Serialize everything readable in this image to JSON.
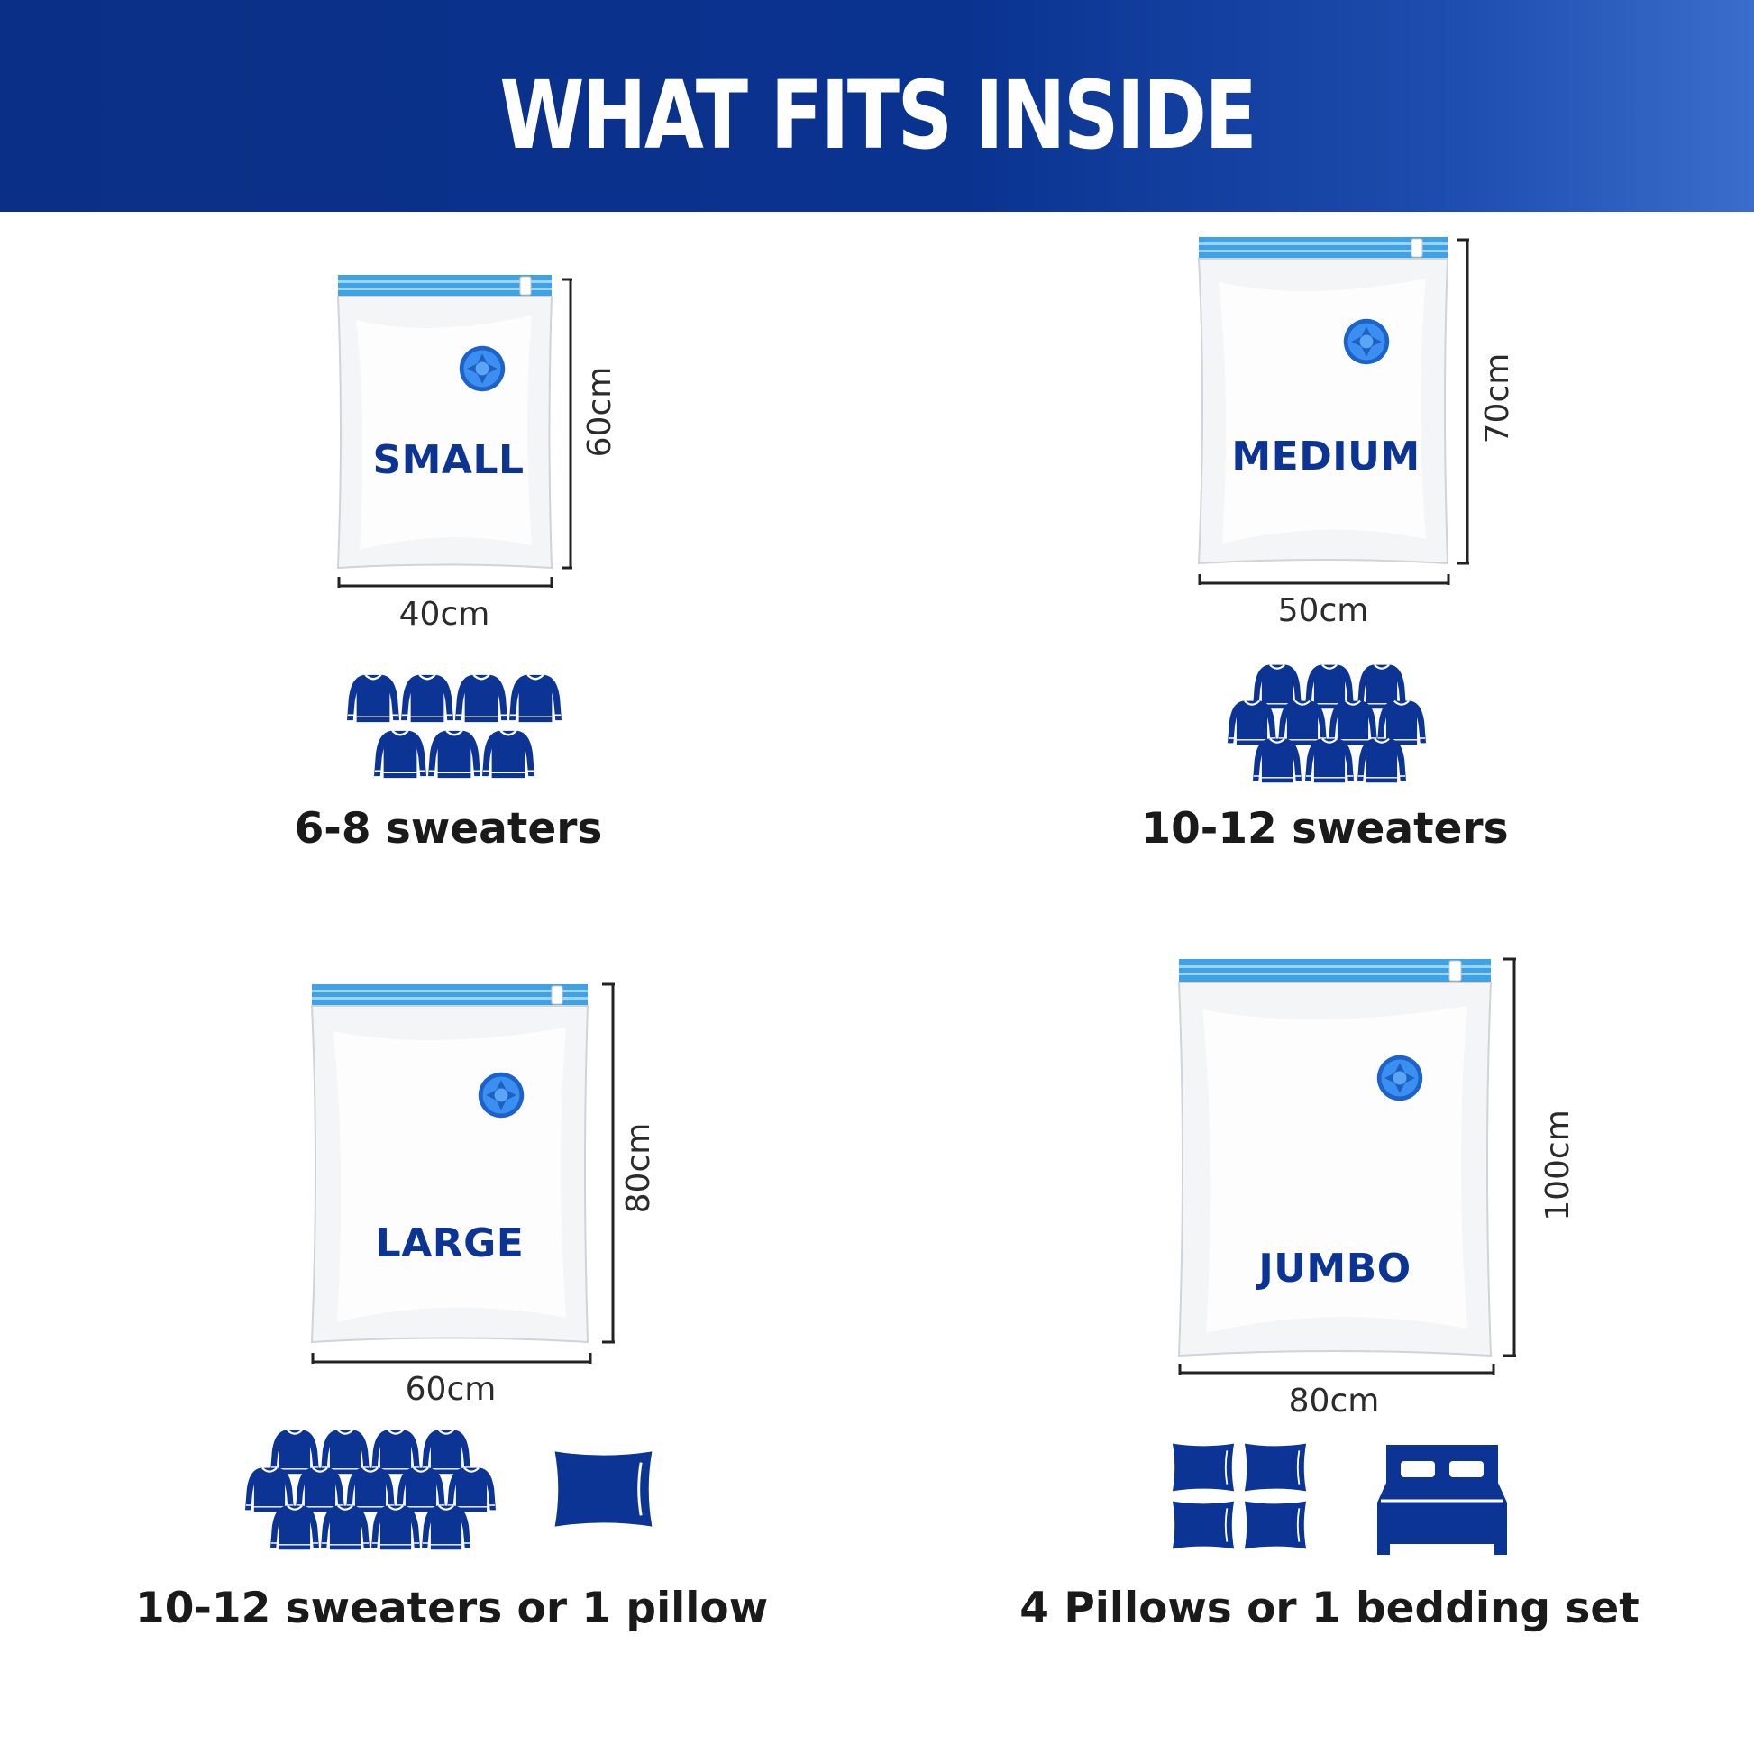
{
  "header": {
    "title": "WHAT FITS INSIDE"
  },
  "colors": {
    "banner": "#0a3390",
    "accent": "#0c3494",
    "zipper": "#3ea3e6",
    "icon": "#0c3494"
  },
  "bags": [
    {
      "label": "SMALL",
      "width": "40cm",
      "height": "60cm",
      "caption": "6-8 sweaters",
      "icons": [
        "sweater-icon"
      ]
    },
    {
      "label": "MEDIUM",
      "width": "50cm",
      "height": "70cm",
      "caption": "10-12 sweaters",
      "icons": [
        "sweater-icon"
      ]
    },
    {
      "label": "LARGE",
      "width": "60cm",
      "height": "80cm",
      "caption": "10-12 sweaters or 1 pillow",
      "icons": [
        "sweater-icon",
        "pillow-icon"
      ]
    },
    {
      "label": "JUMBO",
      "width": "80cm",
      "height": "100cm",
      "caption": "4 Pillows or 1 bedding set",
      "icons": [
        "pillow-icon",
        "bed-icon"
      ]
    }
  ]
}
